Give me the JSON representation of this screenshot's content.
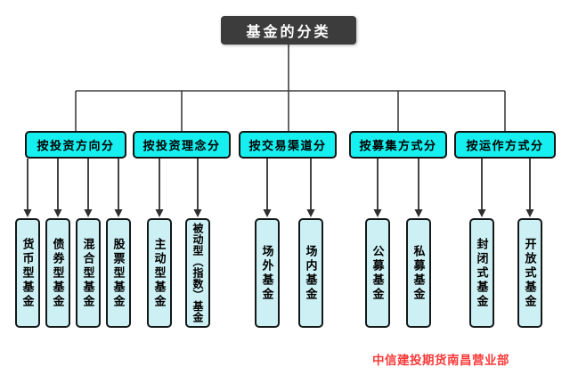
{
  "root": {
    "label": "基金的分类"
  },
  "categories": [
    {
      "label": "按投资方向分",
      "children": [
        "货币型基金",
        "债券型基金",
        "混合型基金",
        "股票型基金"
      ]
    },
    {
      "label": "按投资理念分",
      "children": [
        "主动型基金",
        "被动型（指数）基金"
      ]
    },
    {
      "label": "按交易渠道分",
      "children": [
        "场外基金",
        "场内基金"
      ]
    },
    {
      "label": "按募集方式分",
      "children": [
        "公募基金",
        "私募基金"
      ]
    },
    {
      "label": "按运作方式分",
      "children": [
        "封闭式基金",
        "开放式基金"
      ]
    }
  ],
  "footer": {
    "credit": "中信建投期货南昌营业部"
  },
  "colors": {
    "root_box": "#3c3c3c",
    "category_fill": "#16efef",
    "leaf_fill": "#cdf0f4",
    "border": "#101414",
    "connector": "#3f3f3f",
    "credit_text": "#fb3a3a"
  }
}
